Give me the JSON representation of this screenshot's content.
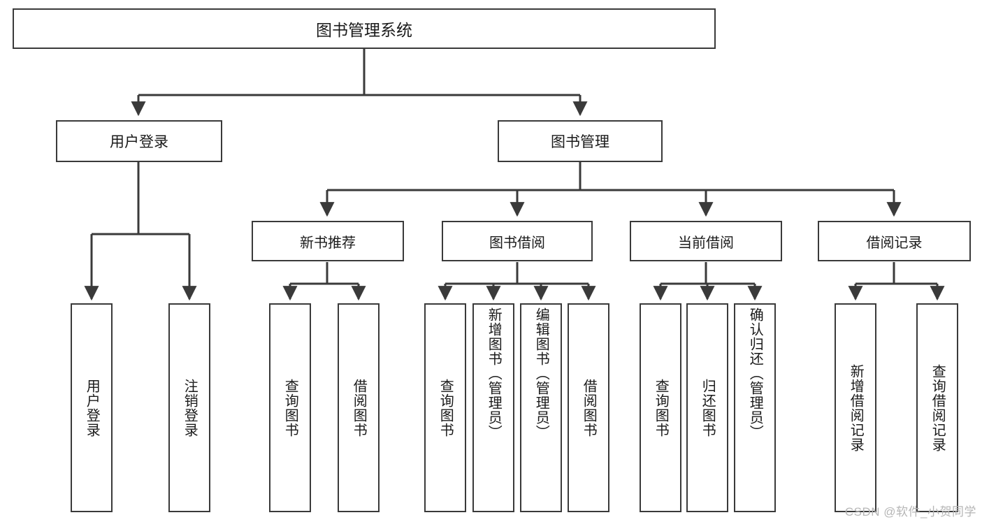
{
  "diagram": {
    "type": "tree",
    "title": "图书管理系统",
    "watermark": "CSDN @软件_小贺同学",
    "line_color": "#3a3a3a",
    "background": "#ffffff",
    "text_color": "#1a1a1a"
  },
  "root": {
    "label": "图书管理系统"
  },
  "level2": [
    {
      "label": "用户登录"
    },
    {
      "label": "图书管理"
    }
  ],
  "level3": [
    {
      "label": "新书推荐"
    },
    {
      "label": "图书借阅"
    },
    {
      "label": "当前借阅"
    },
    {
      "label": "借阅记录"
    }
  ],
  "leaves": {
    "user_login": [
      {
        "label": "用户登录"
      },
      {
        "label": "注销登录"
      }
    ],
    "new_book": [
      {
        "label": "查询图书"
      },
      {
        "label": "借阅图书"
      }
    ],
    "book_borrow": [
      {
        "label": "查询图书"
      },
      {
        "label": "新增图书（管理员）"
      },
      {
        "label": "编辑图书（管理员）"
      },
      {
        "label": "借阅图书"
      }
    ],
    "current_borrow": [
      {
        "label": "查询图书"
      },
      {
        "label": "归还图书"
      },
      {
        "label": "确认归还（管理员）"
      }
    ],
    "borrow_record": [
      {
        "label": "新增借阅记录"
      },
      {
        "label": "查询借阅记录"
      }
    ]
  }
}
